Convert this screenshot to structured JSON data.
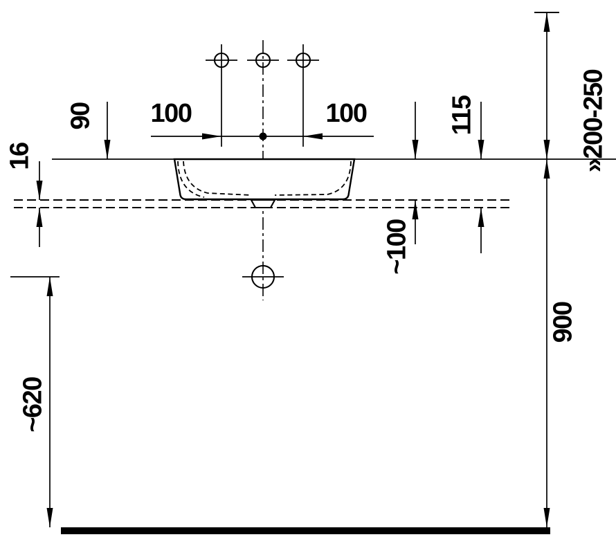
{
  "drawing": {
    "kind": "washbasin installation dimension drawing, front elevation",
    "background_color": "#ffffff",
    "line_color": "#000000",
    "labels": {
      "tap_left": "100",
      "tap_right": "100",
      "height_90": "90",
      "counter_thickness_16": "16",
      "height_115": "115",
      "height_100": "~100",
      "range_200_250": "»200-250",
      "height_900": "900",
      "height_620": "~620"
    }
  }
}
